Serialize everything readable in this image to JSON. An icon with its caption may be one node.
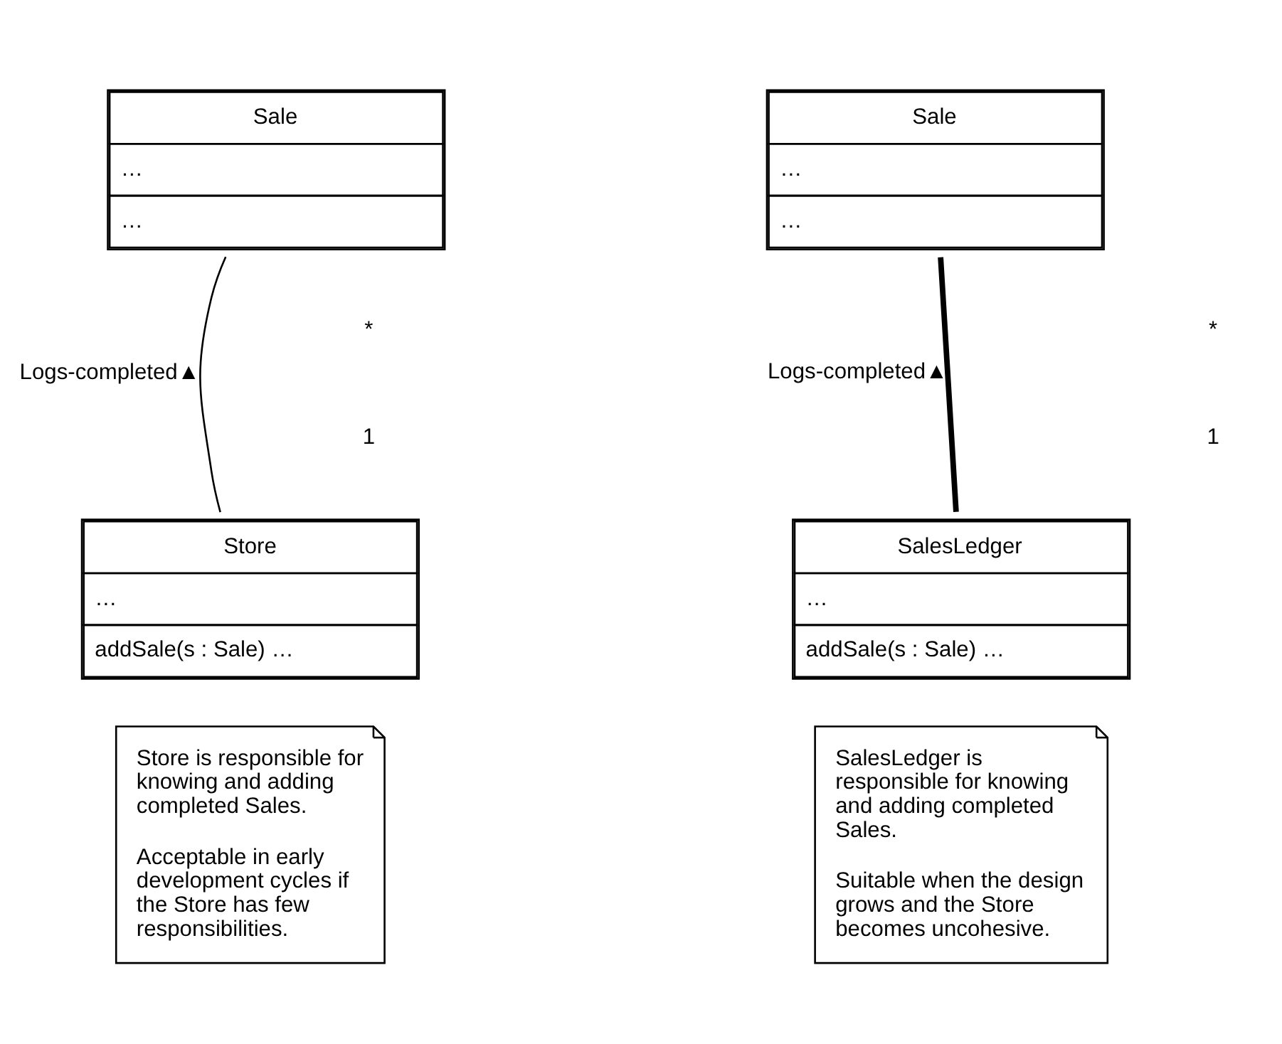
{
  "diagram": {
    "nodes": [
      {
        "text": [
          "Sale",
          "…",
          "…"
        ]
      },
      {
        "text": [
          "Store",
          "…",
          "addSale(s : Sale) …"
        ]
      },
      {
        "text": [
          "Store is responsible for knowing and adding completed Sales.",
          "Acceptable in early development cycles if the Store has few responsibilities."
        ]
      },
      {
        "text": [
          "Sale",
          "…",
          "…"
        ]
      },
      {
        "text": [
          "SalesLedger",
          "…",
          "addSale(s : Sale) …"
        ]
      },
      {
        "text": [
          "SalesLedger is responsible for knowing and adding completed Sales.",
          "Suitable when the design grows and the Store becomes uncohesive."
        ]
      }
    ],
    "edges": [
      {
        "from": 0,
        "to": 1,
        "arrow": "none",
        "label": "Logs-completed▲"
      },
      {
        "from": 3,
        "to": 4,
        "arrow": "none",
        "label": "Logs-completed▲",
        "style": "thick"
      }
    ],
    "labels": [
      "*",
      "1",
      "*",
      "1"
    ]
  }
}
